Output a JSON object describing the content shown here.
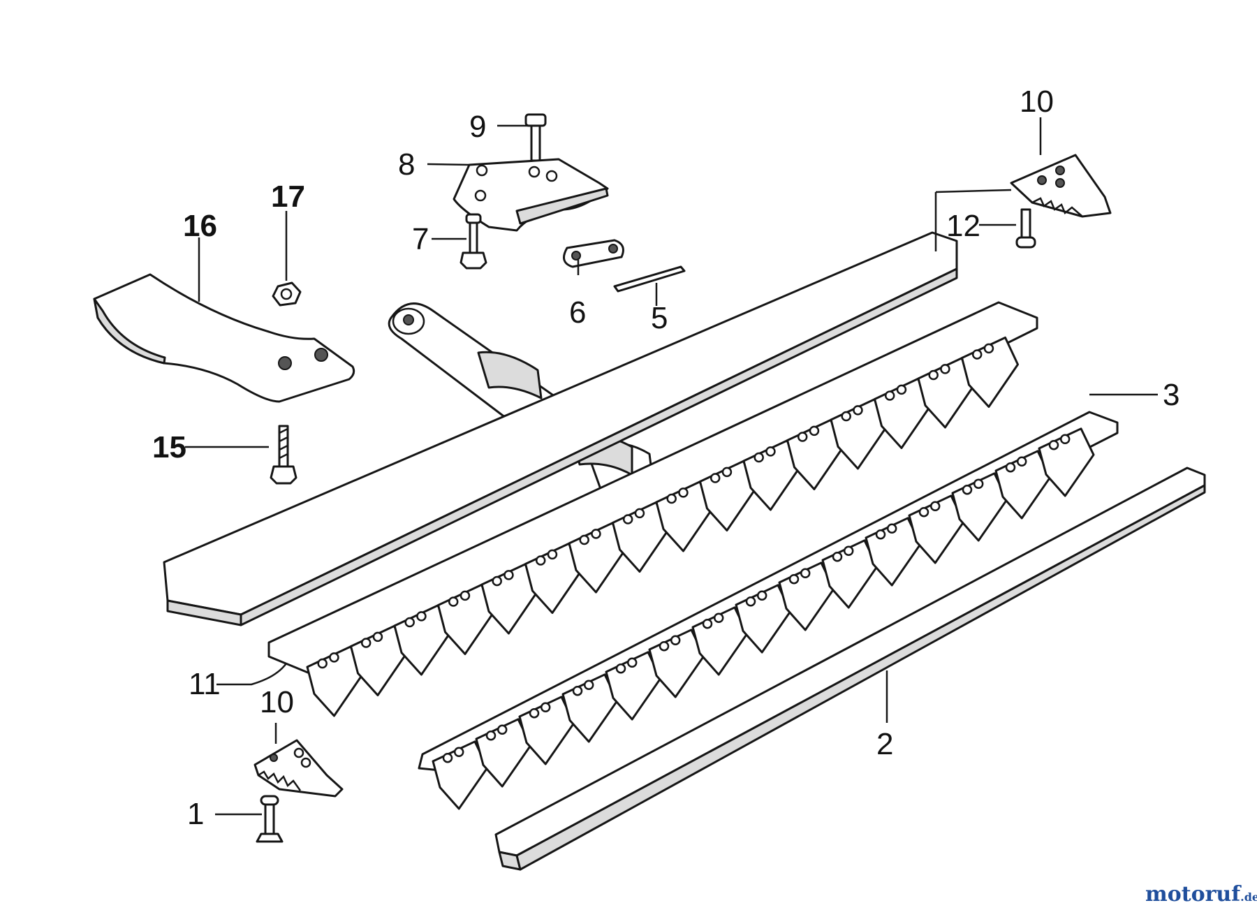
{
  "callouts": [
    {
      "id": "c9",
      "text": "9"
    },
    {
      "id": "c8",
      "text": "8"
    },
    {
      "id": "c10a",
      "text": "10"
    },
    {
      "id": "c17",
      "text": "17"
    },
    {
      "id": "c16",
      "text": "16"
    },
    {
      "id": "c7",
      "text": "7"
    },
    {
      "id": "c12",
      "text": "12"
    },
    {
      "id": "c6",
      "text": "6"
    },
    {
      "id": "c5",
      "text": "5"
    },
    {
      "id": "c3",
      "text": "3"
    },
    {
      "id": "c15",
      "text": "15"
    },
    {
      "id": "c11",
      "text": "11"
    },
    {
      "id": "c10b",
      "text": "10"
    },
    {
      "id": "c2",
      "text": "2"
    },
    {
      "id": "c1",
      "text": "1"
    }
  ],
  "watermark": {
    "brand": "motoruf",
    "suffix": ".de",
    "colors": [
      "#1f4e9c",
      "#d23b2a",
      "#2f9a3a",
      "#f0a020"
    ]
  }
}
